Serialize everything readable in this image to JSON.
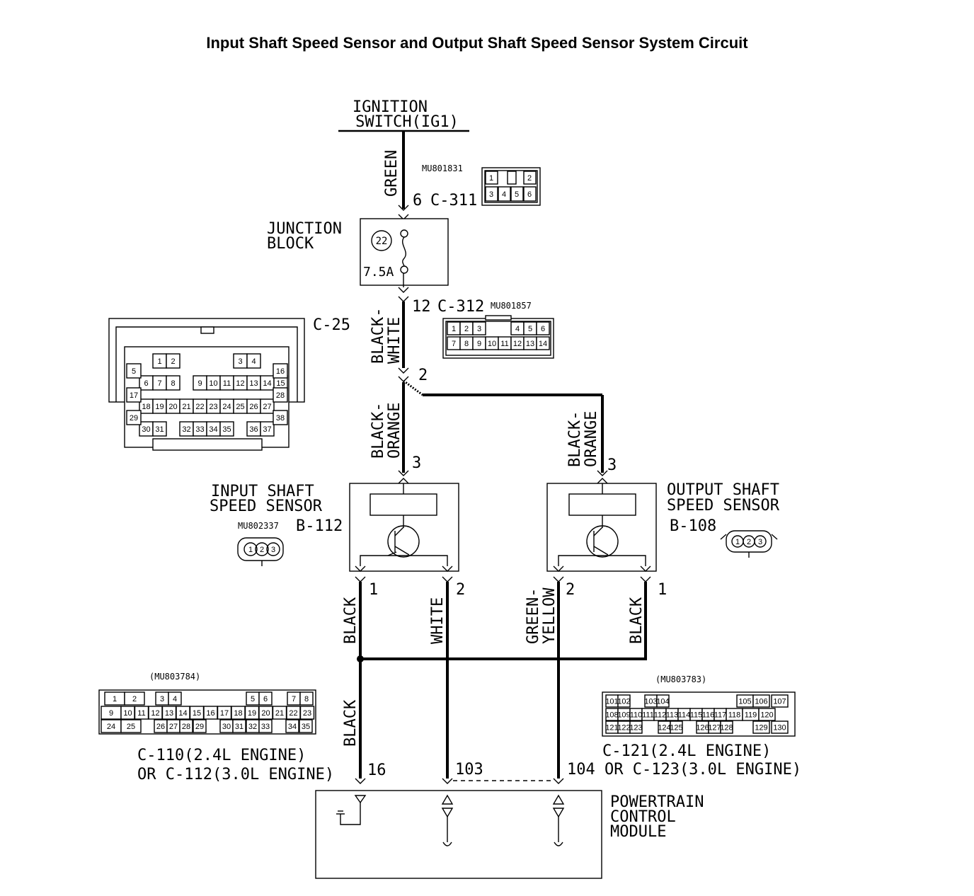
{
  "title": "Input Shaft Speed Sensor and Output Shaft Speed Sensor System Circuit",
  "ignition": {
    "line1": "IGNITION",
    "line2": "SWITCH(IG1)"
  },
  "wire_colors": {
    "green": "GREEN",
    "black_white": [
      "BLACK-",
      "WHITE"
    ],
    "black_orange_left": [
      "BLACK-",
      "ORANGE"
    ],
    "black_orange_right": [
      "BLACK-",
      "ORANGE"
    ],
    "black_in": "BLACK",
    "white": "WHITE",
    "green_yellow": [
      "GREEN-",
      "YELLOW"
    ],
    "black_out": "BLACK",
    "black_pcm": "BLACK"
  },
  "connectors": {
    "c311": {
      "pin": "6",
      "id": "C-311",
      "part": "MU801831",
      "pins": [
        "1",
        "2",
        "3",
        "4",
        "5",
        "6"
      ]
    },
    "c312": {
      "pin": "12",
      "id": "C-312",
      "part": "MU801857",
      "pins_top": [
        "1",
        "2",
        "3",
        "4",
        "5",
        "6"
      ],
      "pins_bottom": [
        "7",
        "8",
        "9",
        "10",
        "11",
        "12",
        "13",
        "14"
      ]
    },
    "c25": {
      "id": "C-25",
      "row1": [
        "1",
        "2",
        "3",
        "4"
      ],
      "row2": [
        "6",
        "7",
        "8",
        "9",
        "10",
        "11",
        "12",
        "13",
        "14",
        "15"
      ],
      "row3": [
        "18",
        "19",
        "20",
        "21",
        "22",
        "23",
        "24",
        "25",
        "26",
        "27"
      ],
      "row4": [
        "30",
        "31",
        "32",
        "33",
        "34",
        "35",
        "36",
        "37"
      ],
      "left": [
        "5",
        "17",
        "29"
      ],
      "right": [
        "16",
        "28",
        "38"
      ]
    },
    "c110": {
      "part": "(MU803784)",
      "row1": [
        "1",
        "2",
        "3",
        "4",
        "5",
        "6",
        "7",
        "8"
      ],
      "row2": [
        "9",
        "10",
        "11",
        "12",
        "13",
        "14",
        "15",
        "16",
        "17",
        "18",
        "19",
        "20",
        "21",
        "22",
        "23"
      ],
      "row3": [
        "24",
        "25",
        "26",
        "27",
        "28",
        "29",
        "30",
        "31",
        "32",
        "33",
        "34",
        "35"
      ],
      "label1": "C-110(2.4L ENGINE)",
      "label2": "OR C-112(3.0L ENGINE)",
      "pin": "16"
    },
    "c121": {
      "part": "(MU803783)",
      "row1": [
        "101",
        "102",
        "103",
        "104",
        "105",
        "106",
        "107"
      ],
      "row2": [
        "108",
        "109",
        "110",
        "111",
        "112",
        "113",
        "114",
        "115",
        "116",
        "117",
        "118",
        "119",
        "120"
      ],
      "row3": [
        "121",
        "122",
        "123",
        "124",
        "125",
        "126",
        "127",
        "128",
        "129",
        "130"
      ],
      "label1": "C-121(2.4L ENGINE)",
      "label2": "104 OR C-123(3.0L ENGINE)",
      "pin": "103"
    }
  },
  "junction_block": {
    "line1": "JUNCTION",
    "line2": "BLOCK",
    "fuse_no": "22",
    "fuse_rating": "7.5A"
  },
  "splice_pin": "2",
  "input_sensor": {
    "line1": "INPUT SHAFT",
    "line2": "SPEED SENSOR",
    "id": "B-112",
    "part": "MU802337",
    "pin_top": "3",
    "pin_left": "1",
    "pin_right": "2",
    "plug_pins": [
      "1",
      "2",
      "3"
    ]
  },
  "output_sensor": {
    "line1": "OUTPUT SHAFT",
    "line2": "SPEED SENSOR",
    "id": "B-108",
    "pin_top": "3",
    "pin_left": "2",
    "pin_right": "1",
    "plug_pins": [
      "1",
      "2",
      "3"
    ]
  },
  "pcm": {
    "line1": "POWERTRAIN",
    "line2": "CONTROL",
    "line3": "MODULE"
  }
}
